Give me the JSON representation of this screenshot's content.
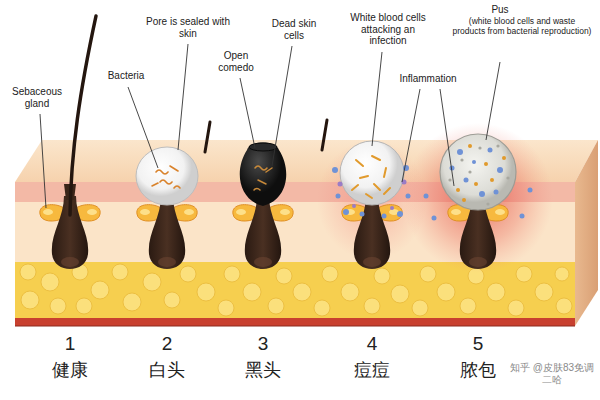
{
  "diagram": {
    "labels": [
      "Sebaceous gland",
      "Bacteria",
      "Pore is sealed with skin",
      "Open comedo",
      "Dead skin cells",
      "White blood cells attacking an infection",
      "Inflammation",
      "Pus",
      "(white blood cells and waste products from bacterial reproduction)",
      "1",
      "健康",
      "2",
      "白头",
      "3",
      "黑头",
      "4",
      "痘痘",
      "5",
      "脓包",
      "知乎 @皮肤83免调二哈"
    ]
  }
}
